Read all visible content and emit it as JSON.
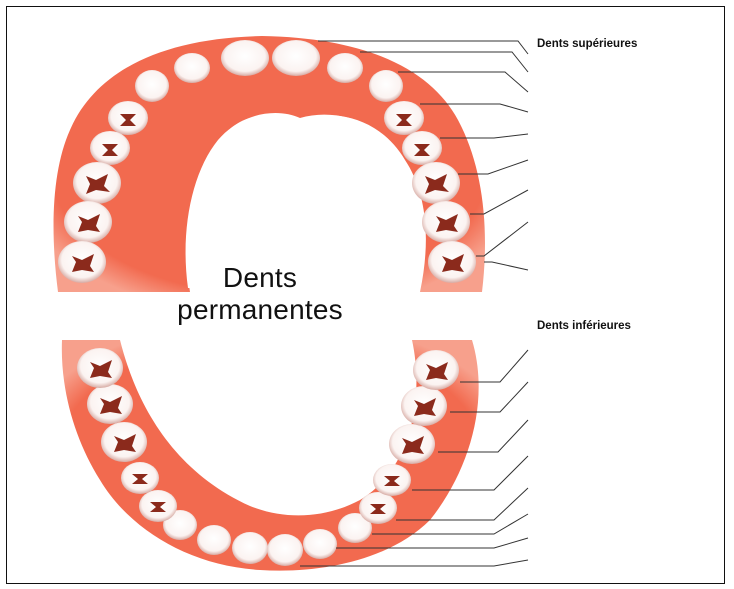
{
  "title": {
    "line1": "Dents",
    "line2": "permanentes"
  },
  "labels": {
    "upper": "Dents supérieures",
    "lower": "Dents inférieures"
  },
  "colors": {
    "gum": "#f26a4f",
    "gum_light": "#f7a08c",
    "tooth": "#ffffff",
    "tooth_shade": "#d9b3ad",
    "groove": "#8b2a1c",
    "leader": "#333333",
    "border": "#111111"
  }
}
